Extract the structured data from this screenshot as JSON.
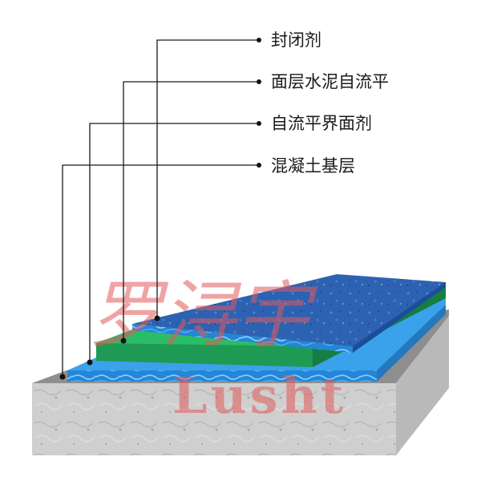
{
  "layers": [
    {
      "key": "sealant",
      "label": "封闭剂"
    },
    {
      "key": "top_self_leveling_cement",
      "label": "面层水泥自流平"
    },
    {
      "key": "self_leveling_interface_agent",
      "label": "自流平界面剂"
    },
    {
      "key": "concrete_base",
      "label": "混凝土基层"
    }
  ],
  "watermark": {
    "chinese": "罗浔宇",
    "english": "Lusht"
  },
  "colors": {
    "leader_line": "#1a1a1a",
    "dot": "#111111",
    "concrete": "#c9c9c9",
    "interface_blue": "#1f7fd0",
    "green_layer": "#1e9a55",
    "top_blue": "#2a5fb0",
    "watermark": "#e25a5a"
  }
}
